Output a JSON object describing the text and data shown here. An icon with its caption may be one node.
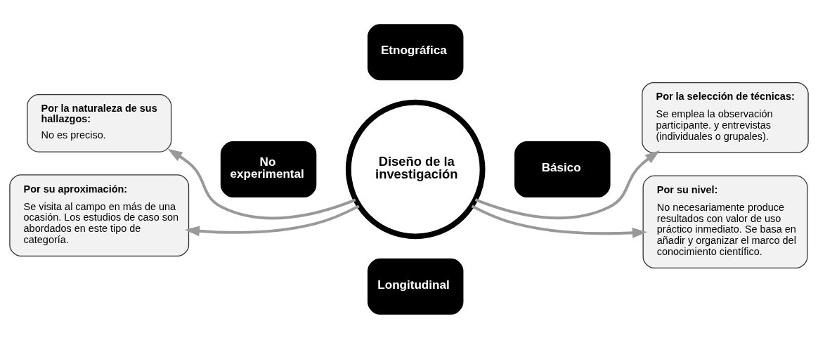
{
  "diagram": {
    "nodes": [
      {
        "text": [
          "Por la naturaleza de sus hallazgos:",
          "No es preciso."
        ]
      },
      {
        "text": [
          "Etnográfica"
        ]
      },
      {
        "text": [
          "Por la selección de técnicas:",
          "Se emplea la observación participante. y entrevistas (individuales o grupales)."
        ]
      },
      {
        "text": [
          "No experimental"
        ]
      },
      {
        "text": [
          "Diseño de la investigación"
        ]
      },
      {
        "text": [
          "Básico"
        ]
      },
      {
        "text": [
          "Por su aproximación:",
          "Se visita al campo en más de una ocasión. Los estudios de caso son abordados en este tipo de categoría."
        ]
      },
      {
        "text": [
          "Longitudinal"
        ]
      },
      {
        "text": [
          "Por su nivel:",
          "No necesariamente produce resultados con valor de uso práctico inmediato. Se basa en añadir y organizar el marco del conocimiento científico."
        ]
      }
    ],
    "edges": [
      {
        "from": 4,
        "to": 0,
        "arrow": "to"
      },
      {
        "from": 4,
        "to": 2,
        "arrow": "to"
      },
      {
        "from": 4,
        "to": 8,
        "arrow": "to"
      },
      {
        "from": 4,
        "to": 6,
        "arrow": "to"
      }
    ]
  }
}
